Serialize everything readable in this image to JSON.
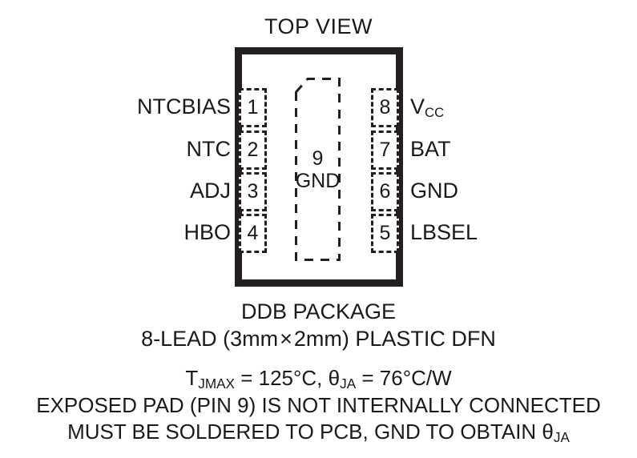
{
  "title": "TOP VIEW",
  "package": {
    "exposed_pad": {
      "number": "9",
      "label": "GND"
    },
    "pins_left": [
      {
        "number": "1",
        "name": "NTCBIAS"
      },
      {
        "number": "2",
        "name": "NTC"
      },
      {
        "number": "3",
        "name": "ADJ"
      },
      {
        "number": "4",
        "name": "HBO"
      }
    ],
    "pins_right": [
      {
        "number": "8",
        "name": "V",
        "subscript": "CC"
      },
      {
        "number": "7",
        "name": "BAT",
        "subscript": ""
      },
      {
        "number": "6",
        "name": "GND",
        "subscript": ""
      },
      {
        "number": "5",
        "name": "LBSEL",
        "subscript": ""
      }
    ]
  },
  "captions": {
    "package_name": "DDB PACKAGE",
    "lead_description_a": "8-LEAD (3mm",
    "lead_times": "×",
    "lead_description_b": "2mm) PLASTIC DFN",
    "thermal": {
      "t_symbol": "T",
      "t_subscript": "JMAX",
      "t_value": " = 125°C, ",
      "theta_symbol": "θ",
      "theta_subscript": "JA",
      "theta_value": " = 76°C/W"
    },
    "note_line_1": "EXPOSED PAD (PIN 9) IS NOT INTERNALLY CONNECTED",
    "note_line_2a": "MUST BE SOLDERED TO PCB, GND TO OBTAIN ",
    "note_line_2_theta": "θ",
    "note_line_2_subscript": "JA"
  },
  "colors": {
    "ink": "#1a1a1a",
    "outline": "#231f20",
    "background": "#ffffff"
  }
}
